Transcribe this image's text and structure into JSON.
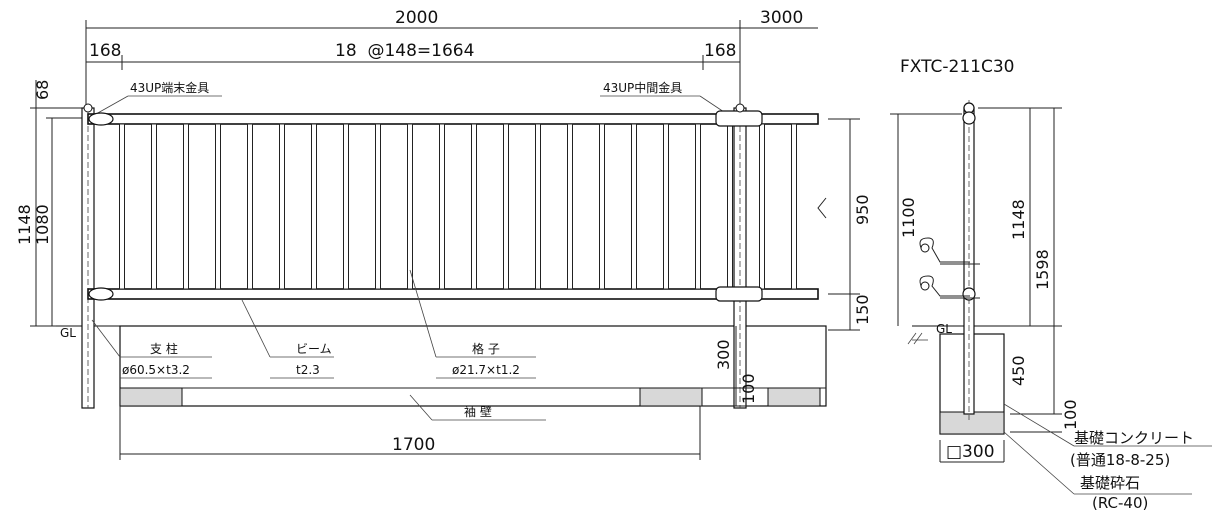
{
  "model": "FXTC-211C30",
  "dims": {
    "span_main": "2000",
    "span_next": "3000",
    "end_left": "168",
    "end_right": "168",
    "pitch": "18  @148=1664",
    "top_offset": "68",
    "total_height": "1148",
    "post_height": "1080",
    "infill_height": "950",
    "bottom_gap": "150",
    "wall_height": "300",
    "wall_base": "100",
    "wall_length": "1700",
    "side_height_1100": "1100",
    "side_height_1148": "1148",
    "side_height_1598": "1598",
    "side_embed_450": "450",
    "side_base_100": "100",
    "footing_size": "□300"
  },
  "labels": {
    "end_fitting": "43UP端末金具",
    "mid_fitting": "43UP中間金具",
    "gl_front": "GL",
    "gl_side": "GL",
    "post_name": "支 柱",
    "post_spec": "ø60.5×t3.2",
    "beam_name": "ビーム",
    "beam_spec": "t2.3",
    "bar_name": "格 子",
    "bar_spec": "ø21.7×t1.2",
    "wall_name": "袖 壁",
    "foundation_concrete": "基礎コンクリート",
    "concrete_grade": "(普通18-8-25)",
    "foundation_stone": "基礎砕石",
    "stone_grade": "(RC-40)"
  }
}
